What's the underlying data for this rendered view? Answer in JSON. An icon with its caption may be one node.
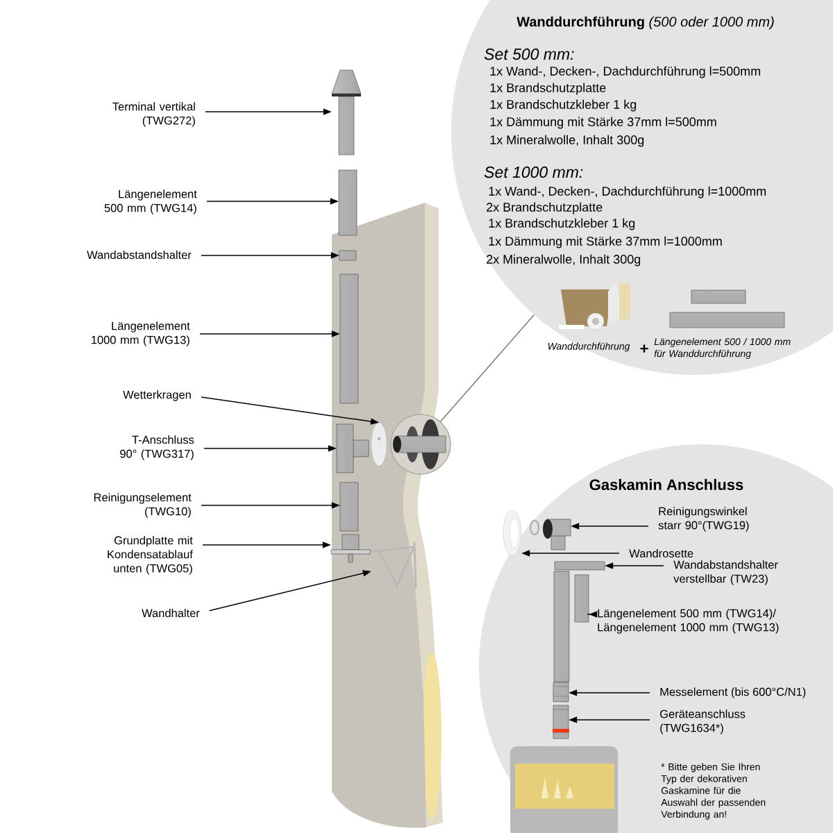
{
  "diagram": {
    "nodes": [
      {
        "text": [
          "Terminal vertikal (TWG272)"
        ]
      },
      {
        "text": [
          "Längenelement 500 mm (TWG14)"
        ]
      },
      {
        "text": [
          "Wandabstandshalter"
        ]
      },
      {
        "text": [
          "Längenelement 1000 mm (TWG13)"
        ]
      },
      {
        "text": [
          "Wetterkragen"
        ]
      },
      {
        "text": [
          "T-Anschluss 90° (TWG317)"
        ]
      },
      {
        "text": [
          "Reinigungselement (TWG10)"
        ]
      },
      {
        "text": [
          "Grundplatte mit Kondensatablauf unten (TWG05)"
        ]
      },
      {
        "text": [
          "Wandhalter"
        ]
      },
      {
        "text": [],
        "shape": "picture"
      },
      {
        "text": [],
        "shape": "picture"
      },
      {
        "text": [],
        "shape": "picture"
      },
      {
        "text": [],
        "shape": "picture"
      },
      {
        "text": [],
        "shape": "picture"
      },
      {
        "text": [],
        "shape": "picture"
      },
      {
        "text": [],
        "shape": "picture"
      },
      {
        "text": [],
        "shape": "picture"
      },
      {
        "text": [],
        "shape": "picture"
      },
      {
        "text": [],
        "shape": "circle"
      },
      {
        "text": [
          "**Wanddurchführung** *(500 oder 1000 mm)*",
          "Set 500 mm:",
          "1x Wand-, Decken-, Dachdurchführung l=500mm",
          "1x Brandschutzplatte",
          "1x Brandschutzkleber 1 kg",
          "1x Dämmung mit Stärke 37mm l=500mm",
          "1x Mineralwolle, Inhalt 300g",
          "Set 1000 mm:",
          "1x Wand-, Decken-, Dachdurchführung l=1000mm",
          "2x Brandschutzplatte",
          "1x Brandschutzkleber 1 kg",
          "1x Dämmung mit Stärke 37mm l=1000mm",
          "2x Mineralwolle, Inhalt 300g"
        ]
      },
      {
        "text": [
          "Gaskamin Anschluss",
          "* Bitte geben Sie Ihren Typ der dekorativen Gaskamine für die Auswahl der passenden Verbindung an!"
        ]
      },
      {
        "text": [
          "Reinigungswinkel starr 90°(TWG19)"
        ],
        "in": 20
      },
      {
        "text": [
          "Wandrosette"
        ],
        "in": 20
      },
      {
        "text": [
          "Wandabstandshalter verstellbar (TW23)"
        ],
        "in": 20
      },
      {
        "text": [
          "Längenelement 500 mm (TWG14)/ Längenelement 1000 mm (TWG13)"
        ],
        "in": 20
      },
      {
        "text": [
          "Messelement (bis 600°C/N1)"
        ],
        "in": 20
      },
      {
        "text": [
          "Geräteanschluss (TWG1634*)"
        ],
        "in": 20
      },
      {
        "text": [],
        "shape": "picture",
        "in": 20
      },
      {
        "text": [],
        "shape": "picture",
        "in": 20
      },
      {
        "text": [],
        "shape": "picture",
        "in": 20
      },
      {
        "text": [],
        "shape": "picture",
        "in": 20
      },
      {
        "text": [],
        "shape": "picture",
        "in": 20
      },
      {
        "text": [],
        "shape": "picture",
        "in": 20
      }
    ],
    "edges": [
      {
        "from": 0,
        "to": 9,
        "arrow": "to"
      },
      {
        "from": 1,
        "to": 10,
        "arrow": "to"
      },
      {
        "from": 2,
        "to": 11,
        "arrow": "to"
      },
      {
        "from": 3,
        "to": 12,
        "arrow": "to"
      },
      {
        "from": 4,
        "to": 13,
        "arrow": "to"
      },
      {
        "from": 5,
        "to": 14,
        "arrow": "to"
      },
      {
        "from": 6,
        "to": 15,
        "arrow": "to"
      },
      {
        "from": 7,
        "to": 16,
        "arrow": "to"
      },
      {
        "from": 8,
        "to": 17,
        "arrow": "to"
      },
      {
        "from": 18,
        "to": 19,
        "arrow": "none",
        "color": "#777777"
      },
      {
        "from": 21,
        "to": 27,
        "arrow": "to"
      },
      {
        "from": 22,
        "to": 28,
        "arrow": "to"
      },
      {
        "from": 23,
        "to": 29,
        "arrow": "to"
      },
      {
        "from": 24,
        "to": 30,
        "arrow": "to"
      },
      {
        "from": 25,
        "to": 31,
        "arrow": "to"
      },
      {
        "from": 26,
        "to": 32,
        "arrow": "to"
      }
    ],
    "labels": [
      "Wanddurchführung",
      "+",
      "Längenelement 500 / 1000 mm für Wanddurchführung"
    ]
  }
}
